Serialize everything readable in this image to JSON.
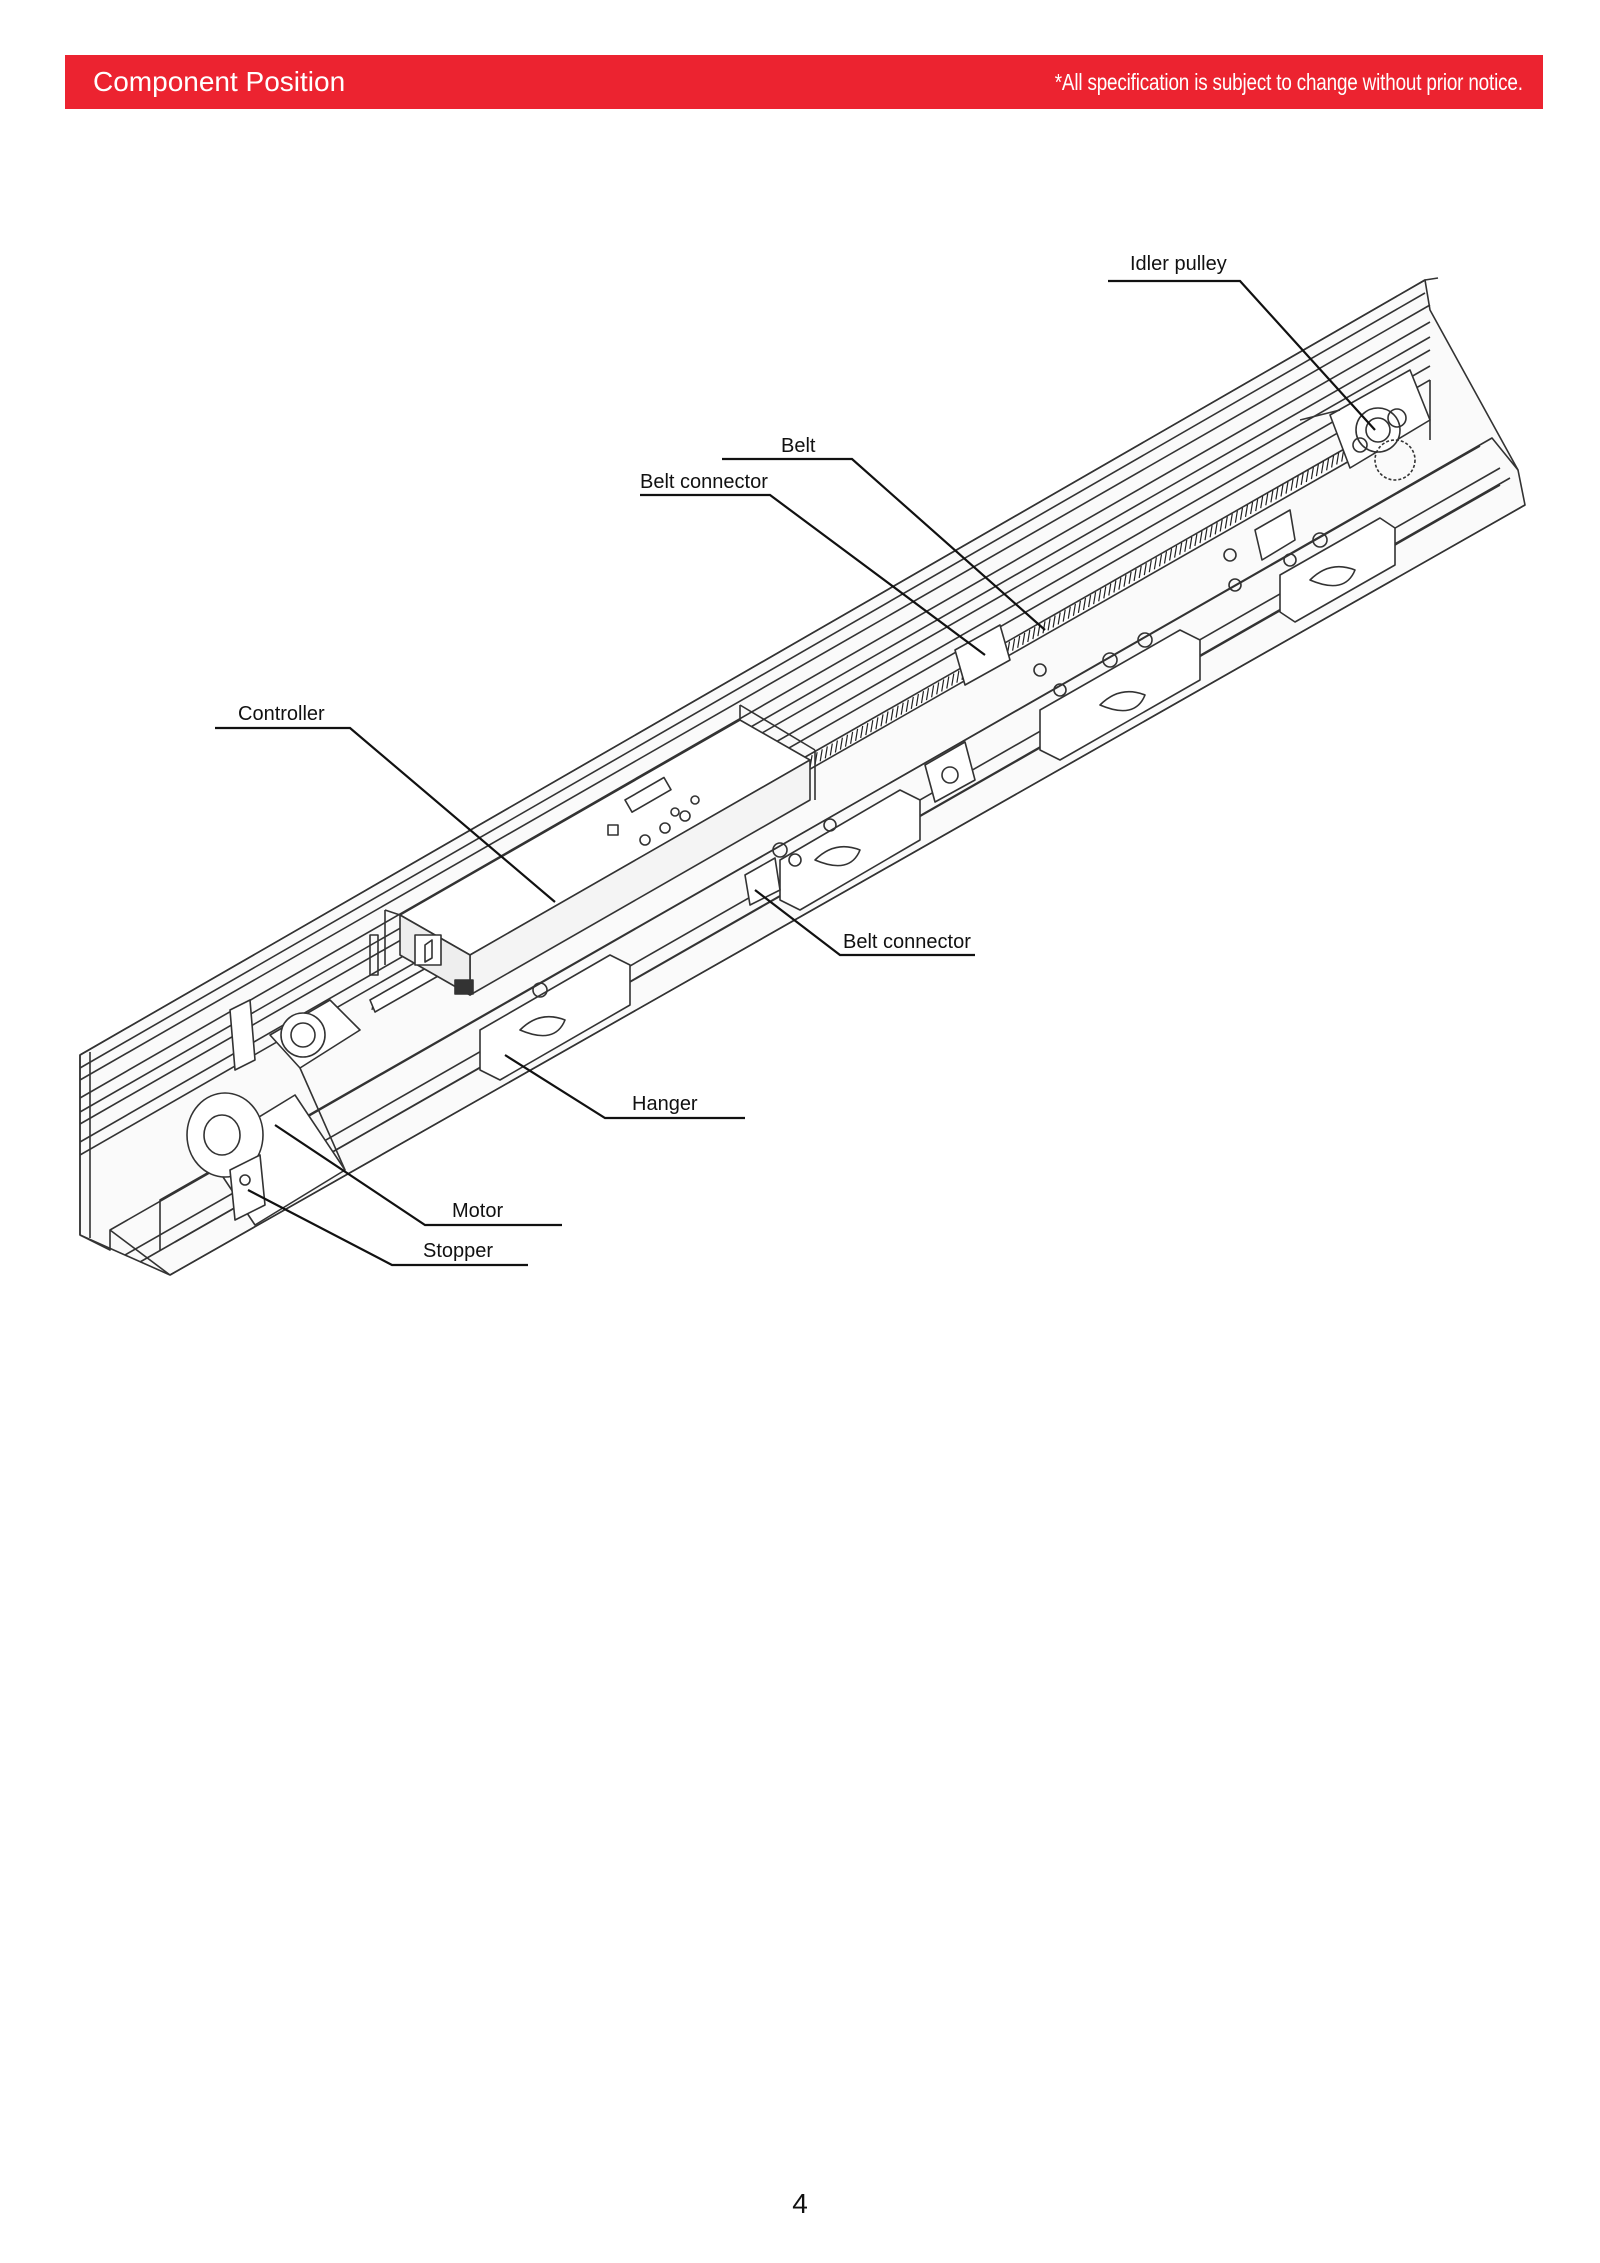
{
  "header": {
    "title": "Component Position",
    "note": "*All specification is subject to change without prior notice.",
    "color": "#ec2330"
  },
  "labels": {
    "idler_pulley": "Idler pulley",
    "belt": "Belt",
    "belt_connector_top": "Belt connector",
    "controller": "Controller",
    "belt_connector_bottom": "Belt connector",
    "hanger": "Hanger",
    "motor": "Motor",
    "stopper": "Stopper"
  },
  "page_number": "4"
}
